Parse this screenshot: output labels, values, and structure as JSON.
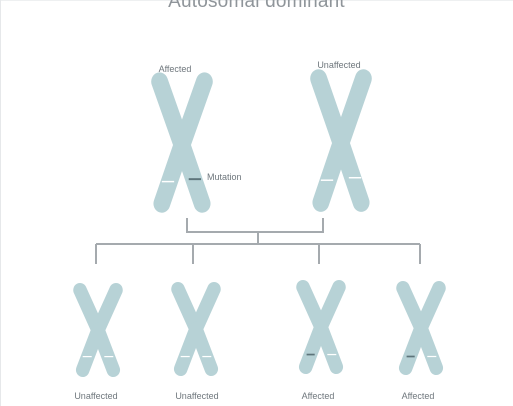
{
  "title": "Autosomal dominant",
  "colors": {
    "chromosome": "#b7d2d6",
    "band": "#ffffff",
    "mutation": "#5d747a",
    "connector": "#a5aaae",
    "label": "#6f777d",
    "title": "#8f959a"
  },
  "parents": [
    {
      "label": "Affected",
      "mutated": true
    },
    {
      "label": "Unaffected",
      "mutated": false
    }
  ],
  "mutation_label": "Mutation",
  "children": [
    {
      "label": "Unaffected",
      "mutated": false
    },
    {
      "label": "Unaffected",
      "mutated": false
    },
    {
      "label": "Affected",
      "mutated": true
    },
    {
      "label": "Affected",
      "mutated": true
    }
  ]
}
